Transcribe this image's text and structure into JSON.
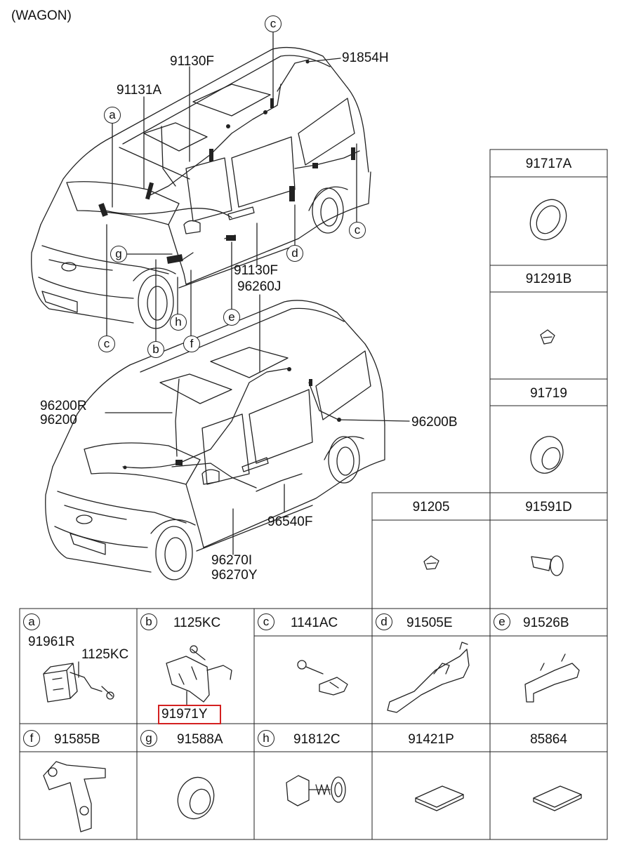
{
  "header": {
    "variant": "(WAGON)"
  },
  "upper_van": {
    "labels": {
      "l91854H": "91854H",
      "l91130F_top": "91130F",
      "l91131A": "91131A",
      "l91130F_mid": "91130F",
      "l96260J": "96260J"
    },
    "callouts": {
      "c_top": "c",
      "a": "a",
      "c_right": "c",
      "g": "g",
      "d": "d",
      "e": "e",
      "h": "h",
      "f": "f",
      "b": "b",
      "c_bottom": "c"
    }
  },
  "lower_van": {
    "labels": {
      "l96200R": "96200R",
      "l96200": "96200",
      "l96200B": "96200B",
      "l96540F": "96540F",
      "l96270I": "96270I",
      "l96270Y": "96270Y"
    }
  },
  "side_parts": {
    "p91717A": "91717A",
    "p91291B": "91291B",
    "p91719": "91719",
    "p91205": "91205",
    "p91591D": "91591D"
  },
  "grid": {
    "a": {
      "letter": "a",
      "part1": "91961R",
      "part2": "1125KC"
    },
    "b": {
      "letter": "b",
      "part1": "1125KC",
      "part2": "91971Y"
    },
    "c": {
      "letter": "c",
      "part1": "1141AC"
    },
    "d": {
      "letter": "d",
      "part1": "91505E"
    },
    "e": {
      "letter": "e",
      "part1": "91526B"
    },
    "f": {
      "letter": "f",
      "part1": "91585B"
    },
    "g": {
      "letter": "g",
      "part1": "91588A"
    },
    "h": {
      "letter": "h",
      "part1": "91812C"
    },
    "i": {
      "part1": "91421P"
    },
    "j": {
      "part1": "85864"
    }
  },
  "colors": {
    "highlight": "#d32020",
    "line": "#222222"
  }
}
